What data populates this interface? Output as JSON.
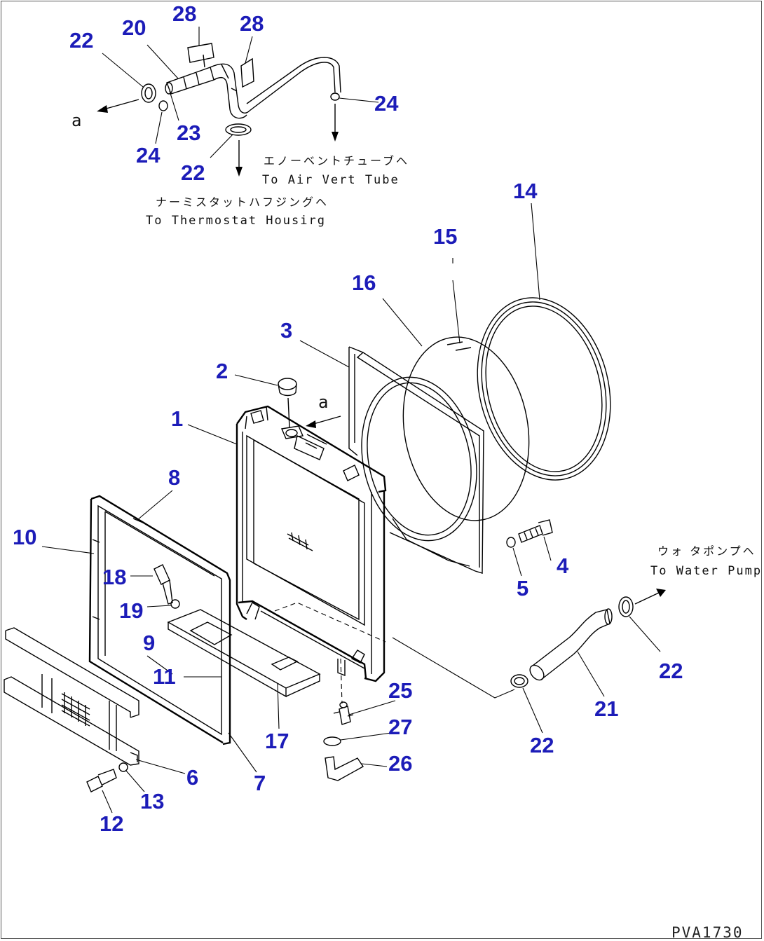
{
  "callouts": [
    {
      "id": "c1",
      "text": "1"
    },
    {
      "id": "c2",
      "text": "2"
    },
    {
      "id": "c3",
      "text": "3"
    },
    {
      "id": "c4",
      "text": "4"
    },
    {
      "id": "c5",
      "text": "5"
    },
    {
      "id": "c6",
      "text": "6"
    },
    {
      "id": "c7",
      "text": "7"
    },
    {
      "id": "c8",
      "text": "8"
    },
    {
      "id": "c9",
      "text": "9"
    },
    {
      "id": "c10",
      "text": "10"
    },
    {
      "id": "c11",
      "text": "11"
    },
    {
      "id": "c12",
      "text": "12"
    },
    {
      "id": "c13",
      "text": "13"
    },
    {
      "id": "c14",
      "text": "14"
    },
    {
      "id": "c15",
      "text": "15"
    },
    {
      "id": "c16",
      "text": "16"
    },
    {
      "id": "c17",
      "text": "17"
    },
    {
      "id": "c18",
      "text": "18"
    },
    {
      "id": "c19",
      "text": "19"
    },
    {
      "id": "c20",
      "text": "20"
    },
    {
      "id": "c21",
      "text": "21"
    },
    {
      "id": "c22a",
      "text": "22"
    },
    {
      "id": "c22b",
      "text": "22"
    },
    {
      "id": "c22c",
      "text": "22"
    },
    {
      "id": "c22d",
      "text": "22"
    },
    {
      "id": "c23",
      "text": "23"
    },
    {
      "id": "c24a",
      "text": "24"
    },
    {
      "id": "c24b",
      "text": "24"
    },
    {
      "id": "c25",
      "text": "25"
    },
    {
      "id": "c26",
      "text": "26"
    },
    {
      "id": "c27",
      "text": "27"
    },
    {
      "id": "c28a",
      "text": "28"
    },
    {
      "id": "c28b",
      "text": "28"
    }
  ],
  "notes": {
    "air_vent_jp": "エノーベントチューブヘ",
    "air_vent_en": "To Air Vert Tube",
    "thermostat_jp": "ナーミスタットハフジングヘ",
    "thermostat_en": "To Thermostat Housirg",
    "water_pump_jp": "ウォ タポンプヘ",
    "water_pump_en": "To Water Pump"
  },
  "refs": {
    "a_top": "a",
    "a_mid": "a"
  },
  "drawing_code": "PVA1730"
}
